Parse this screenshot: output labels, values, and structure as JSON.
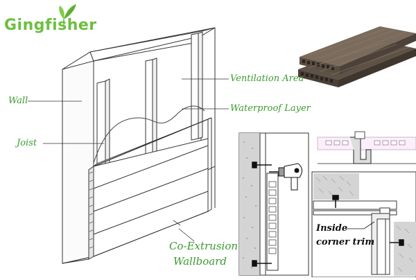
{
  "brand": {
    "name": "Gingfisher"
  },
  "labels": {
    "wall": "Wall",
    "joist": "Joist",
    "ventilation": "Ventilation Area",
    "waterproof": "Waterproof Layer",
    "wallboard_line1": "Co-Extrusion",
    "wallboard_line2": "Wallboard",
    "inside_line1": "Inside",
    "inside_line2": "corner trim"
  },
  "colors": {
    "label_green": "#3a9a2e",
    "logo_green": "#6cbf3f",
    "board_brown": "#6b5d4e",
    "line": "#333333",
    "masonry": "#cfcfcf"
  },
  "icons": [
    "leaf-logo-icon",
    "drill-icon",
    "screw-icon"
  ]
}
